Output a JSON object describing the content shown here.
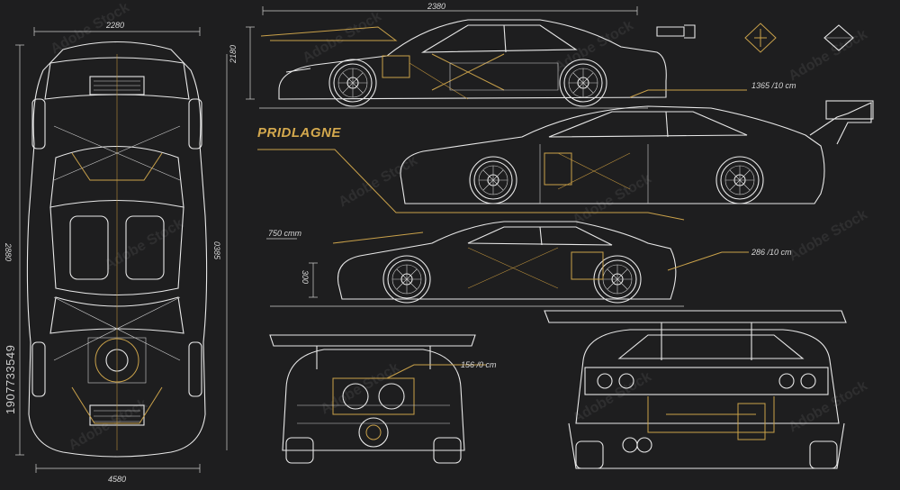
{
  "title": "PRIDLAGNE",
  "dimensions": {
    "top_width": "2280",
    "side_width": "2380",
    "side_height": "2180",
    "top_length": "2880",
    "top_inner": "0385",
    "top_bottom": "4580",
    "side2_callout": "1365 /10 cm",
    "side3_left": "750 cmm",
    "side3_vert": "300",
    "side3_callout": "286 /10 cm",
    "rear_callout": "156 /0 cm"
  },
  "stock_id": "1907733549",
  "watermark": "Adobe Stock",
  "colors": {
    "background": "#1e1e1f",
    "line": "#e8e8e8",
    "accent": "#c9a14a"
  }
}
